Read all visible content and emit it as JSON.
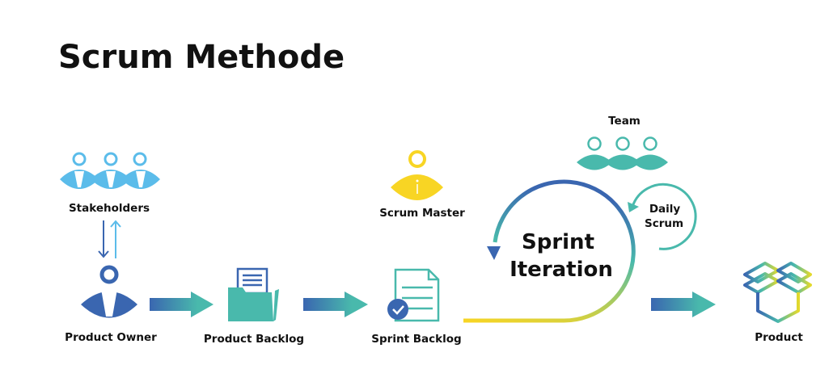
{
  "title": "Scrum Methode",
  "nodes": {
    "stakeholders": "Stakeholders",
    "product_owner": "Product Owner",
    "product_backlog": "Product Backlog",
    "sprint_backlog": "Sprint Backlog",
    "scrum_master": "Scrum Master",
    "team": "Team",
    "product": "Product"
  },
  "sprint": {
    "line1": "Sprint",
    "line2": "Iteration"
  },
  "daily_scrum": {
    "line1": "Daily",
    "line2": "Scrum"
  },
  "colors": {
    "light_blue": "#5bbcea",
    "dark_blue": "#3a66b0",
    "teal": "#49b9ac",
    "yellow": "#f8d524",
    "green": "#9cc96b"
  },
  "icons": [
    "stakeholders-icon",
    "product-owner-icon",
    "folder-icon",
    "document-check-icon",
    "scrum-master-icon",
    "team-icon",
    "box-icon"
  ]
}
